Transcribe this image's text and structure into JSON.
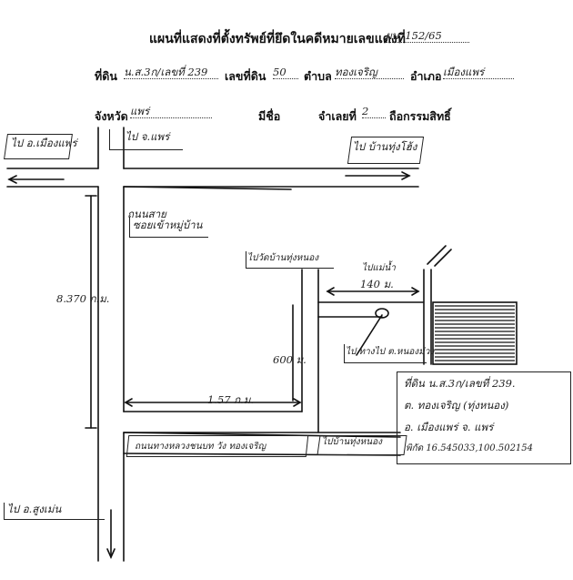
{
  "header": {
    "title": "แผนที่แสดงที่ตั้งทรัพย์ที่ยึดในคดีหมายเลขแดงที่",
    "case_no": "ผบ. 152/65"
  },
  "land_info": {
    "deed_label": "ที่ดิน",
    "deed_value": "น.ส.3ก/เลขที่ 239",
    "parcel_label": "เลขที่ดิน",
    "parcel_value": "50",
    "tambon_label": "ตำบล",
    "tambon_value": "ทองเจริญ",
    "amphoe_label": "อำเภอ",
    "amphoe_value": "เมืองแพร่",
    "province_label": "จังหวัด",
    "province_value": "แพร่",
    "name_label": "มีชื่อ",
    "owner_count_label": "จำเลยที่",
    "owner_count_value": "2",
    "owner_suffix": "ถือกรรมสิทธิ์"
  },
  "map": {
    "road_top_left": "ไป อ.เมืองแพร่",
    "road_top_mid": "ไป จ.แพร่",
    "road_top_right": "ไป บ้านทุ่งโฮ้ง",
    "road_left_label": "ถนนสาย",
    "dist_vertical": "8.370 ก.ม.",
    "road_branch": "ซอยเข้าหมู่บ้าน",
    "dist_horizontal": "1.57 ก.ม.",
    "to_village": "ไปวัดบ้านทุ่งหนอง",
    "landmark_top": "ไปแม่น้ำ",
    "dist_140": "140 ม.",
    "dist_600": "600 ม.",
    "to_house": "ไป ทางไป ต.หนองม่วง",
    "road_bottom_label": "ถนนทางหลวงชนบท วัง ทองเจริญ",
    "to_bottom_right": "ไปบ้านทุ่งหนอง",
    "road_bottom_left": "ไป อ.สูงเม่น"
  },
  "note_box": {
    "line1": "ที่ดิน น.ส.3ก/เลขที่ 239.",
    "line2": "ต. ทองเจริญ (ทุ่งหนอง)",
    "line3": "อ. เมืองแพร่ จ. แพร่",
    "line4": "พิกัด 16.545033,100.502154"
  }
}
